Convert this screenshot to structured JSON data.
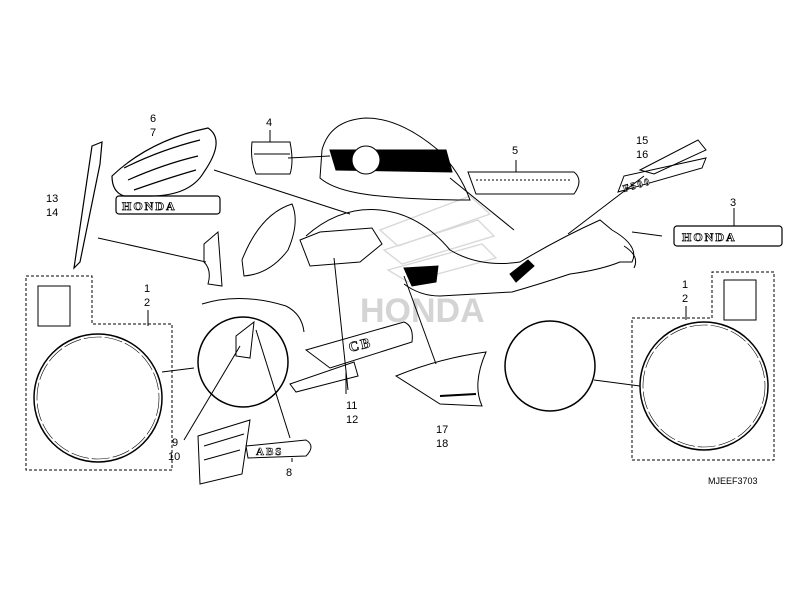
{
  "diagram": {
    "watermark_text": "HONDA",
    "emblem_text": "HONDA",
    "decal_abs_text": "ABS",
    "decal_cb_text": "CB",
    "decal_model_text": "F500",
    "drawing_code": "MJEEF3703",
    "callouts": {
      "c1_2_left_top": "1",
      "c1_2_left_bottom": "2",
      "c1_2_right_top": "1",
      "c1_2_right_bottom": "2",
      "c3": "3",
      "c4": "4",
      "c5": "5",
      "c6": "6",
      "c7": "7",
      "c8": "8",
      "c9": "9",
      "c10": "10",
      "c11": "11",
      "c12": "12",
      "c13": "13",
      "c14": "14",
      "c15": "15",
      "c16": "16",
      "c17": "17",
      "c18": "18"
    }
  }
}
